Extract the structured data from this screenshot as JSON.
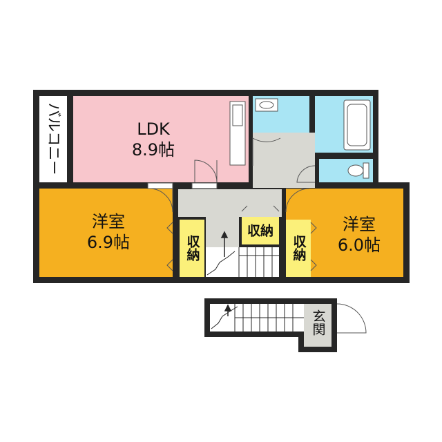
{
  "colors": {
    "wall": "#262626",
    "ldk": "#f8c6cc",
    "western_room": "#f5b020",
    "storage": "#fbf07a",
    "wet_area": "#a9e5f4",
    "hall": "#d8d8d2",
    "entrance": "#d8d8d2",
    "stairs": "#ffffff"
  },
  "rooms": {
    "balcony": {
      "label": "バルコニー"
    },
    "ldk": {
      "name": "LDK",
      "size": "8.9帖"
    },
    "western_left": {
      "name": "洋室",
      "size": "6.9帖"
    },
    "western_right": {
      "name": "洋室",
      "size": "6.0帖"
    },
    "storage_left": {
      "label": "収納"
    },
    "storage_center": {
      "label": "収納"
    },
    "storage_right": {
      "label": "収納"
    },
    "entrance": {
      "label": "玄関"
    }
  },
  "icons": [
    "kitchen-counter-icon",
    "washbasin-icon",
    "bathtub-icon",
    "toilet-icon",
    "door-swing-icon",
    "stairs-icon",
    "up-arrow-icon"
  ]
}
